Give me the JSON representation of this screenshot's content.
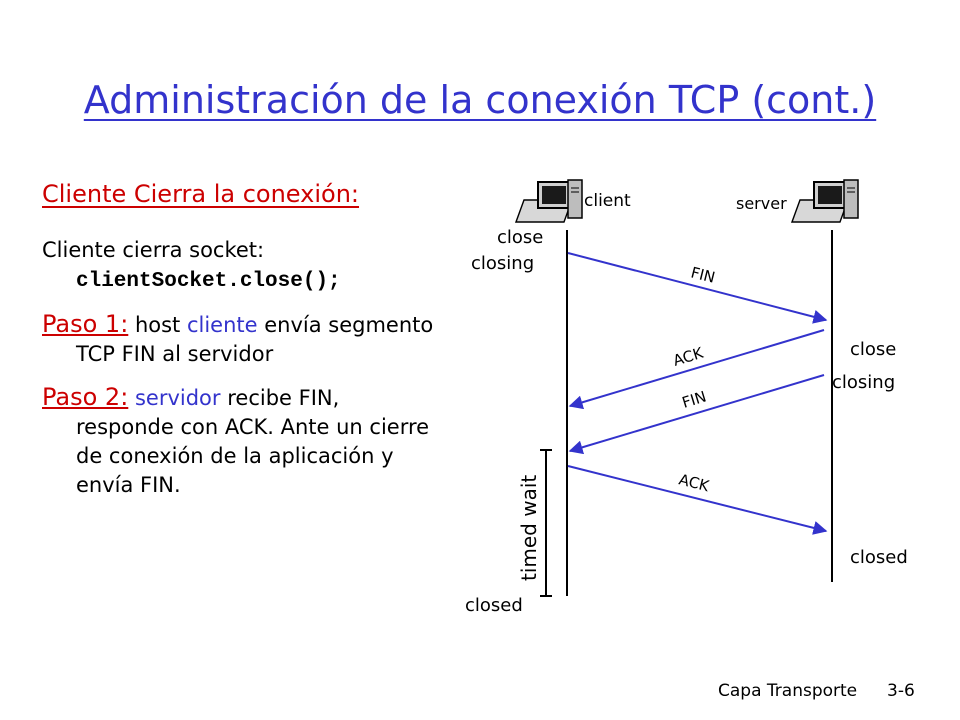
{
  "title": "Administración de la conexión TCP (cont.)",
  "left": {
    "subhead": "Cliente Cierra la conexión:",
    "socket_line1": "Cliente cierra socket:",
    "socket_code": "clientSocket.close();",
    "step1_label": "Paso 1:",
    "step1_pre": " host ",
    "step1_client": "cliente",
    "step1_post": " envía segmento TCP FIN al servidor",
    "step2_label": "Paso 2:",
    "step2_server": "servidor",
    "step2_post": " recibe FIN, responde con ACK. Ante un cierre de conexión de la aplicación y envía FIN."
  },
  "diagram": {
    "client_label": "client",
    "server_label": "server",
    "client_close": "close",
    "client_closing": "closing",
    "server_close": "close",
    "server_closing": "closing",
    "msg_fin1": "FIN",
    "msg_ack1": "ACK",
    "msg_fin2": "FIN",
    "msg_ack2": "ACK",
    "timed_wait": "timed wait",
    "client_closed": "closed",
    "server_closed": "closed",
    "colors": {
      "arrow": "#3333cc",
      "title": "#3333cc",
      "accent": "#cc0000"
    },
    "icons": [
      "computer-icon",
      "computer-icon"
    ]
  },
  "footer": {
    "course": "Capa Transporte",
    "page": "3-6"
  }
}
